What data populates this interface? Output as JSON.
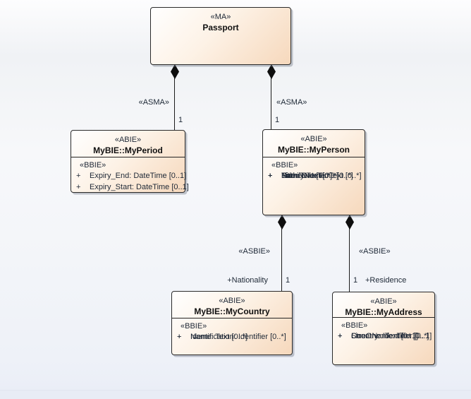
{
  "colors": {
    "box_fill_start": "#ffffff",
    "box_fill_end": "#f6d8bc",
    "box_border": "#2a2a2a",
    "connector_line": "#1b1b1b",
    "diamond_fill": "#0e0e0e",
    "text": "#1e2836",
    "background_top": "#fdfdfe",
    "background_bottom": "#e9edf6"
  },
  "classes": {
    "passport": {
      "stereotype": "«MA»",
      "name": "Passport"
    },
    "myperiod": {
      "stereotype": "«ABIE»",
      "name": "MyBIE::MyPeriod",
      "attr_stereotype": "«BBIE»",
      "attrs": [
        {
          "vis": "+",
          "text": "Expiry_End: DateTime [0..1]"
        },
        {
          "vis": "+",
          "text": "Expiry_Start: DateTime [0..1]"
        }
      ]
    },
    "myperson": {
      "stereotype": "«ABIE»",
      "name": "MyBIE::MyPerson",
      "attr_stereotype": "«BBIE»",
      "attrs": [
        {
          "vis": "+",
          "text": "Birth: DateTime [0..*]"
        },
        {
          "vis": "+",
          "text": "FamilyName: Text [0..*]"
        },
        {
          "vis": "+",
          "text": "Name: Text [0..*]"
        },
        {
          "vis": "+",
          "text": "Title: Text [0..*]"
        }
      ]
    },
    "mycountry": {
      "stereotype": "«ABIE»",
      "name": "MyBIE::MyCountry",
      "attr_stereotype": "«BBIE»",
      "attrs": [
        {
          "vis": "+",
          "text": "Identification: Identifier [0..*]"
        },
        {
          "vis": "+",
          "text": "Name: Text [0..*]"
        }
      ]
    },
    "myaddress": {
      "stereotype": "«ABIE»",
      "name": "MyBIE::MyAddress",
      "attr_stereotype": "«BBIE»",
      "attrs": [
        {
          "vis": "+",
          "text": "Country: Identifier [0..1]"
        },
        {
          "vis": "+",
          "text": "LineOne: Text [0..1]"
        },
        {
          "vis": "+",
          "text": "StreetName: Text [0..*]"
        }
      ]
    }
  },
  "connectors": {
    "passport_myperiod": {
      "from": "Passport",
      "to": "MyBIE::MyPeriod",
      "stereotype": "«ASMA»",
      "target_multiplicity": "1"
    },
    "passport_myperson": {
      "from": "Passport",
      "to": "MyBIE::MyPerson",
      "stereotype": "«ASMA»",
      "target_multiplicity": "1"
    },
    "myperson_mycountry": {
      "from": "MyBIE::MyPerson",
      "to": "MyBIE::MyCountry",
      "stereotype": "«ASBIE»",
      "target_multiplicity": "1",
      "target_role": "+Nationality"
    },
    "myperson_myaddress": {
      "from": "MyBIE::MyPerson",
      "to": "MyBIE::MyAddress",
      "stereotype": "«ASBIE»",
      "target_multiplicity": "1",
      "target_role": "+Residence"
    }
  }
}
